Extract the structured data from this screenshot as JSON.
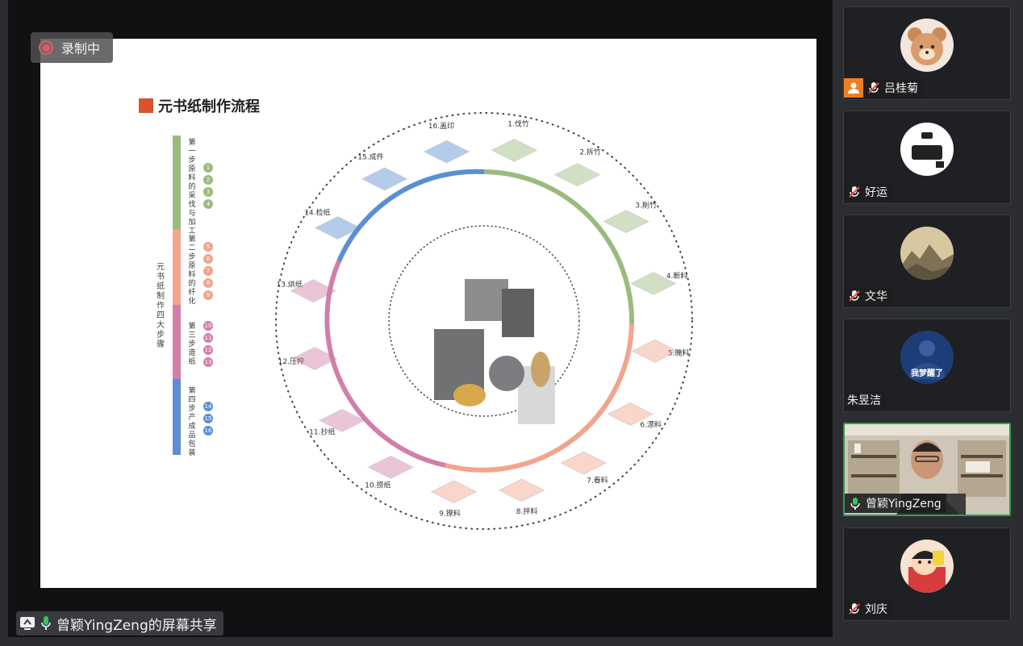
{
  "recording": {
    "label": "录制中"
  },
  "share": {
    "label": "曾颖YingZeng的屏幕共享"
  },
  "slide": {
    "title": "元书纸制作流程",
    "vertical_caption": "元书纸制作四大步骤",
    "steps": [
      {
        "label": "第一步 原料的采伐与加工",
        "numbers": [
          "1",
          "2",
          "3",
          "4"
        ],
        "color": "#9bbb7e"
      },
      {
        "label": "第二步 原料的纤化",
        "numbers": [
          "5",
          "6",
          "7",
          "8",
          "9"
        ],
        "color": "#f2a48c"
      },
      {
        "label": "第三步 造纸",
        "numbers": [
          "10",
          "11",
          "12",
          "13"
        ],
        "color": "#d17fa9"
      },
      {
        "label": "第四步 产成品包装",
        "numbers": [
          "14",
          "15",
          "16"
        ],
        "color": "#5b8fd2"
      }
    ],
    "ring_labels": [
      "1.伐竹",
      "2.拆竹",
      "3.削竹",
      "4.断料",
      "5.腌料",
      "6.漂料",
      "7.春料",
      "8.拌料",
      "9.撩料",
      "10.捞纸",
      "11.抄纸",
      "12.压榨",
      "13.烘纸",
      "14.检纸",
      "15.成件",
      "16.盖印"
    ]
  },
  "participants": [
    {
      "name": "吕桂菊",
      "muted": true,
      "has_user_chip": true,
      "avatar": "bear-avatar"
    },
    {
      "name": "好运",
      "muted": true,
      "avatar": "haoyun-avatar"
    },
    {
      "name": "文华",
      "muted": true,
      "avatar": "landscape-avatar"
    },
    {
      "name": "朱昱洁",
      "muted": false,
      "avatar": "wodream-avatar",
      "avatar_text": "我梦醒了"
    },
    {
      "name": "曾颖YingZeng",
      "muted": false,
      "speaking": true,
      "video": true
    },
    {
      "name": "刘庆",
      "muted": true,
      "avatar": "cartoon-avatar"
    }
  ],
  "colors": {
    "green": "#9bbb7e",
    "salmon": "#f2a48c",
    "pink": "#d17fa9",
    "blue": "#5b8fd2",
    "title_accent": "#d9532c",
    "active_border": "#2e9c54"
  }
}
